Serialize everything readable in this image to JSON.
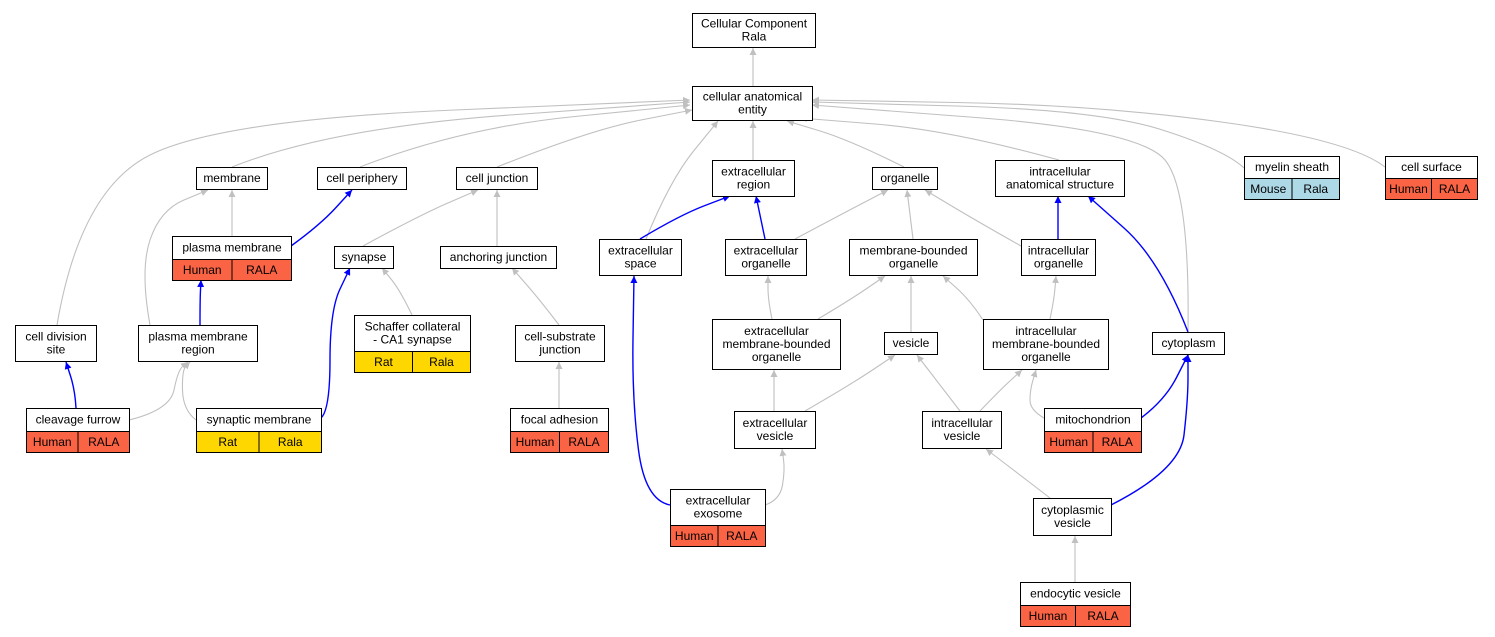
{
  "colors": {
    "gray_edge": "#c0c0c0",
    "blue_edge": "#0000ff",
    "human": "#fa6445",
    "rat": "#ffd700",
    "mouse": "#add8e6"
  },
  "nodes": [
    {
      "id": "cc_rala",
      "lines": [
        "Cellular Component",
        "Rala"
      ]
    },
    {
      "id": "cellular_anatomical_entity",
      "lines": [
        "cellular anatomical",
        "entity"
      ]
    },
    {
      "id": "membrane",
      "lines": [
        "membrane"
      ]
    },
    {
      "id": "cell_periphery",
      "lines": [
        "cell periphery"
      ]
    },
    {
      "id": "cell_junction",
      "lines": [
        "cell junction"
      ]
    },
    {
      "id": "extracellular_region",
      "lines": [
        "extracellular",
        "region"
      ]
    },
    {
      "id": "organelle",
      "lines": [
        "organelle"
      ]
    },
    {
      "id": "intracellular_anatomical_structure",
      "lines": [
        "intracellular",
        "anatomical structure"
      ]
    },
    {
      "id": "myelin_sheath",
      "lines": [
        "myelin sheath"
      ],
      "species": [
        "Mouse",
        "Rala"
      ],
      "color": "mouse"
    },
    {
      "id": "cell_surface",
      "lines": [
        "cell surface"
      ],
      "species": [
        "Human",
        "RALA"
      ],
      "color": "human"
    },
    {
      "id": "plasma_membrane",
      "lines": [
        "plasma membrane"
      ],
      "species": [
        "Human",
        "RALA"
      ],
      "color": "human"
    },
    {
      "id": "synapse",
      "lines": [
        "synapse"
      ]
    },
    {
      "id": "anchoring_junction",
      "lines": [
        "anchoring junction"
      ]
    },
    {
      "id": "extracellular_space",
      "lines": [
        "extracellular",
        "space"
      ]
    },
    {
      "id": "extracellular_organelle",
      "lines": [
        "extracellular",
        "organelle"
      ]
    },
    {
      "id": "membrane_bounded_organelle",
      "lines": [
        "membrane-bounded",
        "organelle"
      ]
    },
    {
      "id": "intracellular_organelle",
      "lines": [
        "intracellular",
        "organelle"
      ]
    },
    {
      "id": "cell_division_site",
      "lines": [
        "cell division",
        "site"
      ]
    },
    {
      "id": "plasma_membrane_region",
      "lines": [
        "plasma membrane",
        "region"
      ]
    },
    {
      "id": "schaffer_collateral",
      "lines": [
        "Schaffer collateral",
        "- CA1 synapse"
      ],
      "species": [
        "Rat",
        "Rala"
      ],
      "color": "rat"
    },
    {
      "id": "cell_substrate_junction",
      "lines": [
        "cell-substrate",
        "junction"
      ]
    },
    {
      "id": "extracellular_mbo",
      "lines": [
        "extracellular",
        "membrane-bounded",
        "organelle"
      ]
    },
    {
      "id": "vesicle",
      "lines": [
        "vesicle"
      ]
    },
    {
      "id": "intracellular_mbo",
      "lines": [
        "intracellular",
        "membrane-bounded",
        "organelle"
      ]
    },
    {
      "id": "cytoplasm",
      "lines": [
        "cytoplasm"
      ]
    },
    {
      "id": "cleavage_furrow",
      "lines": [
        "cleavage furrow"
      ],
      "species": [
        "Human",
        "RALA"
      ],
      "color": "human"
    },
    {
      "id": "synaptic_membrane",
      "lines": [
        "synaptic membrane"
      ],
      "species": [
        "Rat",
        "Rala"
      ],
      "color": "rat"
    },
    {
      "id": "focal_adhesion",
      "lines": [
        "focal adhesion"
      ],
      "species": [
        "Human",
        "RALA"
      ],
      "color": "human"
    },
    {
      "id": "extracellular_vesicle",
      "lines": [
        "extracellular",
        "vesicle"
      ]
    },
    {
      "id": "intracellular_vesicle",
      "lines": [
        "intracellular",
        "vesicle"
      ]
    },
    {
      "id": "mitochondrion",
      "lines": [
        "mitochondrion"
      ],
      "species": [
        "Human",
        "RALA"
      ],
      "color": "human"
    },
    {
      "id": "extracellular_exosome",
      "lines": [
        "extracellular",
        "exosome"
      ],
      "species": [
        "Human",
        "RALA"
      ],
      "color": "human"
    },
    {
      "id": "cytoplasmic_vesicle",
      "lines": [
        "cytoplasmic",
        "vesicle"
      ]
    },
    {
      "id": "endocytic_vesicle",
      "lines": [
        "endocytic vesicle"
      ],
      "species": [
        "Human",
        "RALA"
      ],
      "color": "human"
    }
  ],
  "edges": [
    {
      "from": "cellular_anatomical_entity",
      "to": "cc_rala",
      "kind": "gray"
    },
    {
      "from": "membrane",
      "to": "cellular_anatomical_entity",
      "kind": "gray"
    },
    {
      "from": "cell_periphery",
      "to": "cellular_anatomical_entity",
      "kind": "gray"
    },
    {
      "from": "cell_junction",
      "to": "cellular_anatomical_entity",
      "kind": "gray"
    },
    {
      "from": "extracellular_region",
      "to": "cellular_anatomical_entity",
      "kind": "gray"
    },
    {
      "from": "organelle",
      "to": "cellular_anatomical_entity",
      "kind": "gray"
    },
    {
      "from": "intracellular_anatomical_structure",
      "to": "cellular_anatomical_entity",
      "kind": "gray"
    },
    {
      "from": "myelin_sheath",
      "to": "cellular_anatomical_entity",
      "kind": "gray"
    },
    {
      "from": "cell_surface",
      "to": "cellular_anatomical_entity",
      "kind": "gray"
    },
    {
      "from": "cell_division_site",
      "to": "cellular_anatomical_entity",
      "kind": "gray"
    },
    {
      "from": "extracellular_space",
      "to": "cellular_anatomical_entity",
      "kind": "gray"
    },
    {
      "from": "cytoplasm",
      "to": "cellular_anatomical_entity",
      "kind": "gray"
    },
    {
      "from": "plasma_membrane",
      "to": "membrane",
      "kind": "gray"
    },
    {
      "from": "plasma_membrane_region",
      "to": "membrane",
      "kind": "gray"
    },
    {
      "from": "plasma_membrane",
      "to": "cell_periphery",
      "kind": "blue"
    },
    {
      "from": "synapse",
      "to": "cell_junction",
      "kind": "gray"
    },
    {
      "from": "anchoring_junction",
      "to": "cell_junction",
      "kind": "gray"
    },
    {
      "from": "extracellular_space",
      "to": "extracellular_region",
      "kind": "blue"
    },
    {
      "from": "extracellular_organelle",
      "to": "extracellular_region",
      "kind": "blue"
    },
    {
      "from": "extracellular_organelle",
      "to": "organelle",
      "kind": "gray"
    },
    {
      "from": "membrane_bounded_organelle",
      "to": "organelle",
      "kind": "gray"
    },
    {
      "from": "intracellular_organelle",
      "to": "organelle",
      "kind": "gray"
    },
    {
      "from": "intracellular_organelle",
      "to": "intracellular_anatomical_structure",
      "kind": "blue"
    },
    {
      "from": "cytoplasm",
      "to": "intracellular_anatomical_structure",
      "kind": "blue"
    },
    {
      "from": "plasma_membrane_region",
      "to": "plasma_membrane",
      "kind": "blue"
    },
    {
      "from": "schaffer_collateral",
      "to": "synapse",
      "kind": "gray"
    },
    {
      "from": "synaptic_membrane",
      "to": "synapse",
      "kind": "blue"
    },
    {
      "from": "cell_substrate_junction",
      "to": "anchoring_junction",
      "kind": "gray"
    },
    {
      "from": "extracellular_mbo",
      "to": "extracellular_organelle",
      "kind": "gray"
    },
    {
      "from": "extracellular_mbo",
      "to": "membrane_bounded_organelle",
      "kind": "gray"
    },
    {
      "from": "vesicle",
      "to": "membrane_bounded_organelle",
      "kind": "gray"
    },
    {
      "from": "intracellular_mbo",
      "to": "membrane_bounded_organelle",
      "kind": "gray"
    },
    {
      "from": "intracellular_mbo",
      "to": "intracellular_organelle",
      "kind": "gray"
    },
    {
      "from": "cleavage_furrow",
      "to": "cell_division_site",
      "kind": "blue"
    },
    {
      "from": "cleavage_furrow",
      "to": "plasma_membrane_region",
      "kind": "gray"
    },
    {
      "from": "synaptic_membrane",
      "to": "plasma_membrane_region",
      "kind": "gray"
    },
    {
      "from": "focal_adhesion",
      "to": "cell_substrate_junction",
      "kind": "gray"
    },
    {
      "from": "extracellular_vesicle",
      "to": "extracellular_mbo",
      "kind": "gray"
    },
    {
      "from": "extracellular_vesicle",
      "to": "vesicle",
      "kind": "gray"
    },
    {
      "from": "intracellular_vesicle",
      "to": "vesicle",
      "kind": "gray"
    },
    {
      "from": "intracellular_vesicle",
      "to": "intracellular_mbo",
      "kind": "gray"
    },
    {
      "from": "mitochondrion",
      "to": "intracellular_mbo",
      "kind": "gray"
    },
    {
      "from": "mitochondrion",
      "to": "cytoplasm",
      "kind": "blue"
    },
    {
      "from": "extracellular_exosome",
      "to": "extracellular_space",
      "kind": "blue"
    },
    {
      "from": "extracellular_exosome",
      "to": "extracellular_vesicle",
      "kind": "gray"
    },
    {
      "from": "cytoplasmic_vesicle",
      "to": "intracellular_vesicle",
      "kind": "gray"
    },
    {
      "from": "cytoplasmic_vesicle",
      "to": "cytoplasm",
      "kind": "blue"
    },
    {
      "from": "endocytic_vesicle",
      "to": "cytoplasmic_vesicle",
      "kind": "gray"
    }
  ]
}
